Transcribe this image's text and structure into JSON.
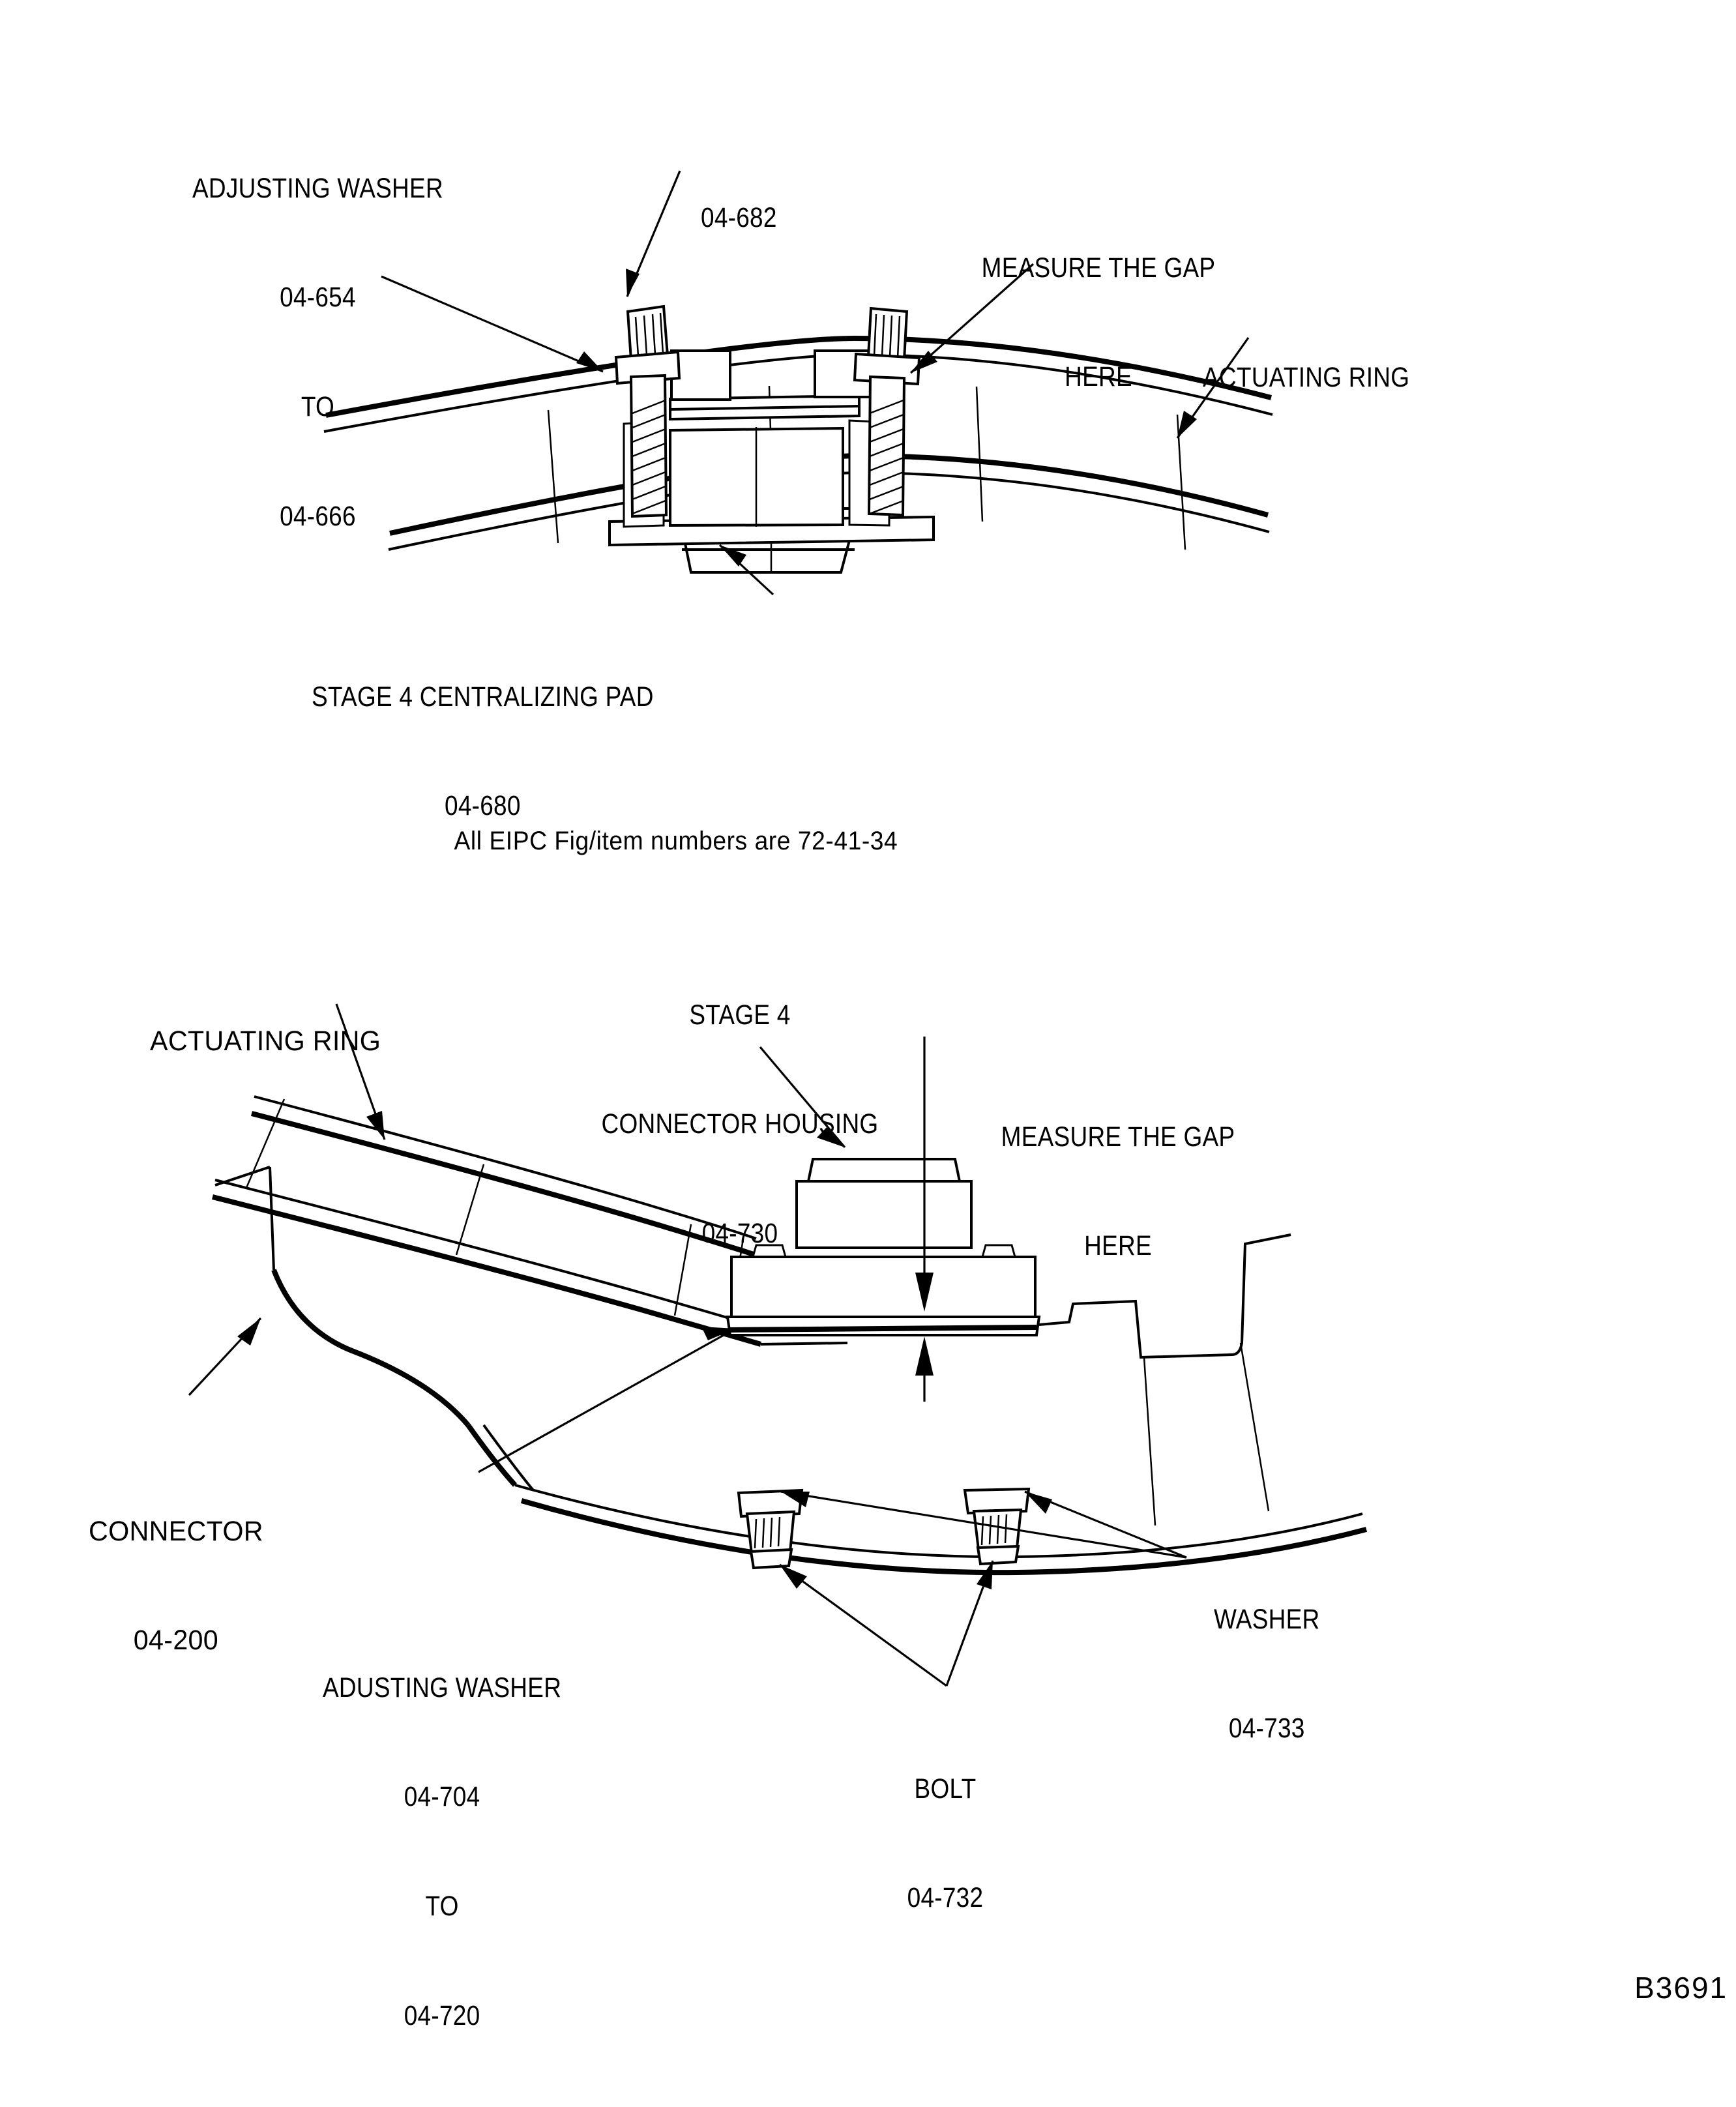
{
  "document": {
    "figure_id": "B3691",
    "note": "All EIPC Fig/item numbers are 72-41-34"
  },
  "top_view": {
    "labels": {
      "adjusting_washer": {
        "line1": "ADJUSTING WASHER",
        "line2": "04-654",
        "line3": "TO",
        "line4": "04-666"
      },
      "nut": {
        "line1": "04-682"
      },
      "measure_gap": {
        "line1": "MEASURE THE GAP",
        "line2": "HERE"
      },
      "actuating_ring": {
        "line1": "ACTUATING RING"
      },
      "centralizing_pad": {
        "line1": "STAGE 4 CENTRALIZING PAD",
        "line2": "04-680"
      }
    }
  },
  "bottom_view": {
    "labels": {
      "actuating_ring": {
        "line1": "ACTUATING RING"
      },
      "connector_housing": {
        "line1": "STAGE 4",
        "line2": "CONNECTOR HOUSING",
        "line3": "04-730"
      },
      "measure_gap": {
        "line1": "MEASURE THE GAP",
        "line2": "HERE"
      },
      "connector": {
        "line1": "CONNECTOR",
        "line2": "04-200"
      },
      "adjusting_washer": {
        "line1": "ADUSTING WASHER",
        "line2": "04-704",
        "line3": "TO",
        "line4": "04-720"
      },
      "bolt": {
        "line1": "BOLT",
        "line2": "04-732"
      },
      "washer": {
        "line1": "WASHER",
        "line2": "04-733"
      }
    }
  },
  "colors": {
    "ink": "#000000",
    "paper": "#ffffff"
  }
}
